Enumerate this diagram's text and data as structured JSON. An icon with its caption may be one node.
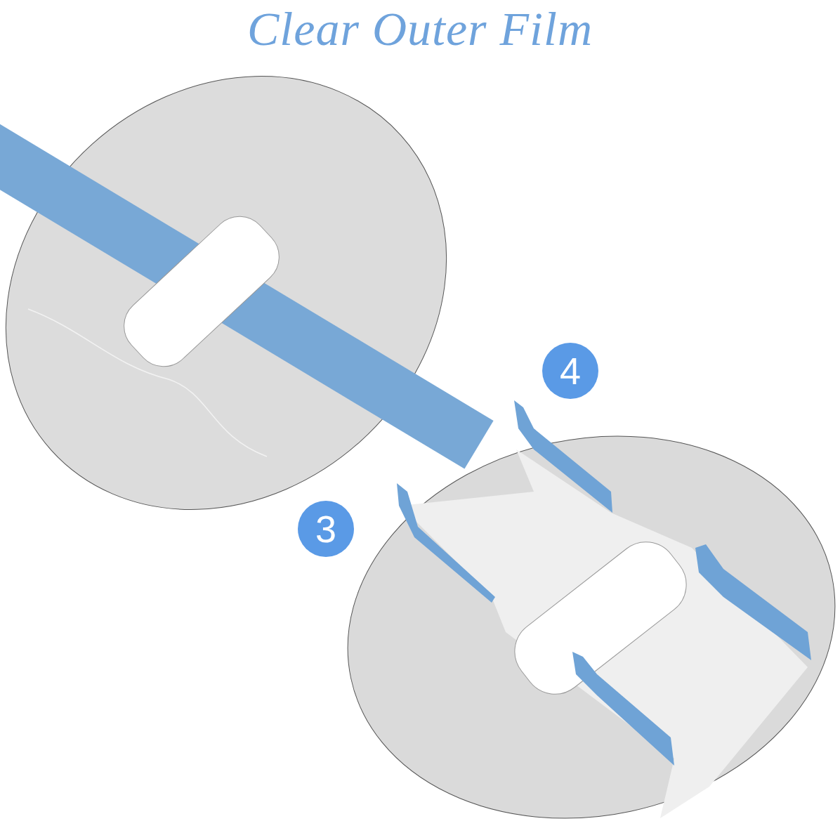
{
  "diagram": {
    "title": "Clear Outer Film",
    "nodes": [
      {
        "text": [
          "4"
        ]
      },
      {
        "text": [
          "3"
        ]
      }
    ]
  }
}
